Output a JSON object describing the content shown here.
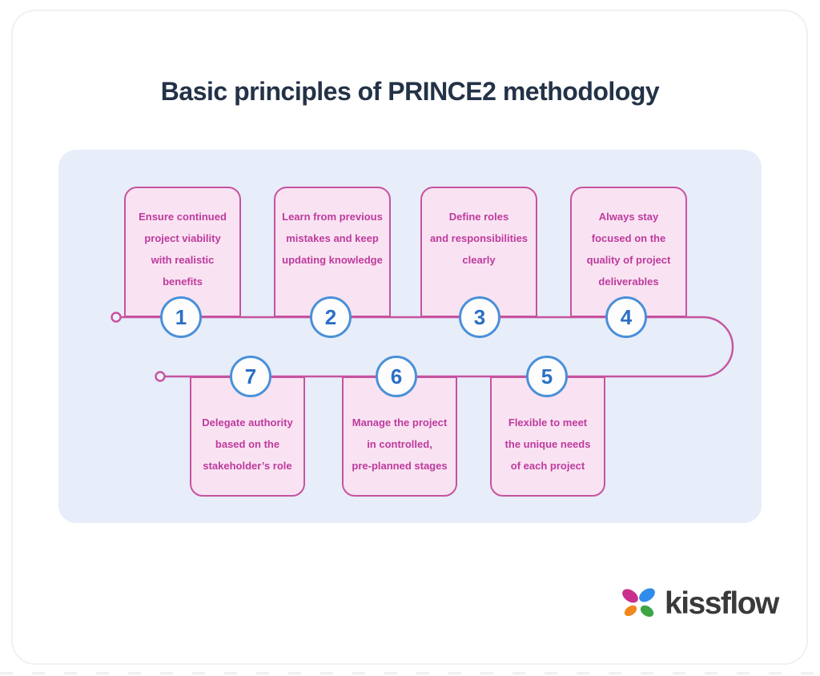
{
  "title": "Basic principles of PRINCE2 methodology",
  "diagram": {
    "principles": [
      {
        "number": "1",
        "lines": [
          "Ensure continued",
          "project viability",
          "with realistic",
          "benefits"
        ]
      },
      {
        "number": "2",
        "lines": [
          "Learn from previous",
          "mistakes and keep",
          "updating knowledge"
        ]
      },
      {
        "number": "3",
        "lines": [
          "Define roles",
          "and responsibilities",
          "clearly"
        ]
      },
      {
        "number": "4",
        "lines": [
          "Always stay",
          "focused on the",
          "quality of project",
          "deliverables"
        ]
      },
      {
        "number": "5",
        "lines": [
          "Flexible to meet",
          "the unique needs",
          "of each project"
        ]
      },
      {
        "number": "6",
        "lines": [
          "Manage the project",
          "in controlled,",
          "pre-planned stages"
        ]
      },
      {
        "number": "7",
        "lines": [
          "Delegate authority",
          "based on the",
          "stakeholder’s role"
        ]
      }
    ],
    "colors": {
      "panel_background": "#e7edf9",
      "box_fill": "#f9e3f2",
      "box_border_and_line": "#c6539f",
      "box_text": "#be3a9e",
      "circle_border": "#4a90d8",
      "circle_number": "#2b6fc5",
      "title_text": "#233247"
    }
  },
  "branding": {
    "logo_text": "kissflow",
    "icon": "kissflow-petals-icon",
    "petal_colors": {
      "top_left": "#c9308e",
      "top_right": "#2f8cea",
      "bottom_left": "#f0871f",
      "bottom_right": "#3fa544"
    },
    "logo_text_color": "#3a3a3a"
  }
}
